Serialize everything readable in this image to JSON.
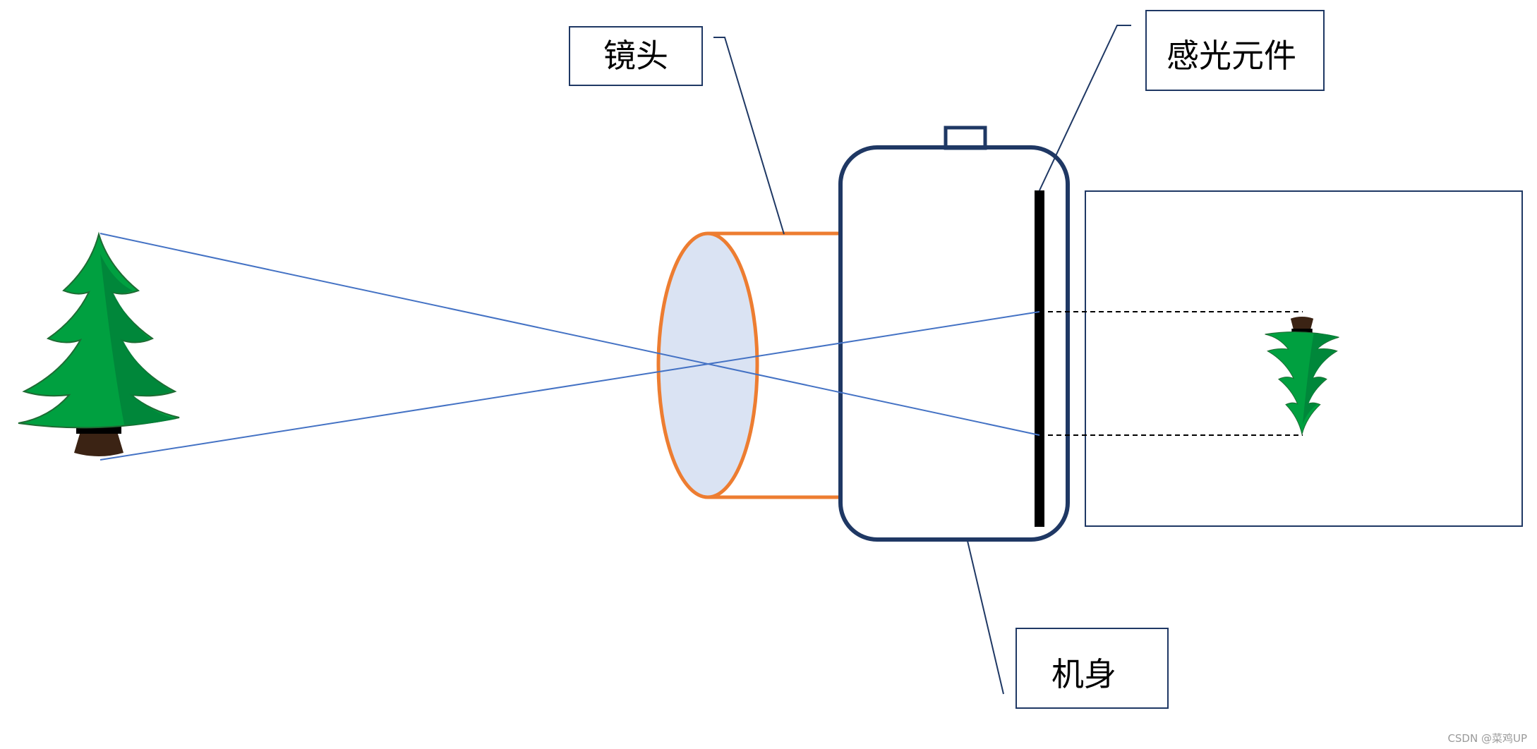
{
  "labels": {
    "lens": "镜头",
    "sensor": "感光元件",
    "body": "机身"
  },
  "watermark": "CSDN @菜鸡UP",
  "colors": {
    "lens_outline": "#ED7D31",
    "lens_fill": "#DAE3F3",
    "camera_body": "#1F3864",
    "sensor": "#000000",
    "light_ray": "#4472C4",
    "tree_green": "#00A040",
    "tree_dark_green": "#00823A",
    "tree_trunk": "#3B2314",
    "projection_line": "#000000",
    "callout_line": "#1F3864",
    "image_frame": "#1F3864"
  },
  "icons": {
    "object": "pine-tree-icon",
    "image": "inverted-pine-tree-icon"
  }
}
